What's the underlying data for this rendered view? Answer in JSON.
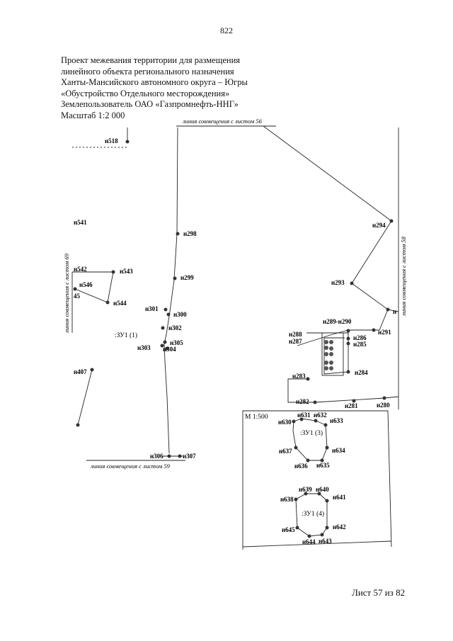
{
  "page_number": "822",
  "title_lines": [
    "Проект межевания территории для размещения",
    "линейного объекта регионального назначения",
    "Ханты-Мансийского автономного округа – Югры",
    "«Обустройство Отдельного месторождения»",
    "Землепользователь ОАО «Газпромнефть-ННГ»",
    "Масштаб 1:2 000"
  ],
  "sheet_label": "Лист 57 из 82",
  "match_lines": {
    "top": "линия совмещения с листом 56",
    "bottom": "линия совмещения с листом 59",
    "left": "линия совмещения с листом 69",
    "right": "линия совмещения с листом 58"
  },
  "inset_scale": "М 1:500",
  "parcels": {
    "zu1_1": ":ЗУ1 (1)",
    "zu1_3": ":ЗУ1 (3)",
    "zu1_4": ":ЗУ1 (4)"
  },
  "points": {
    "n518": "н518",
    "n541": "н541",
    "n542": "н542",
    "n543": "н543",
    "n546": "н546",
    "n545": "45",
    "n544": "н544",
    "n407": "н407",
    "n298": "н298",
    "n299": "н299",
    "n301": "н301",
    "n300": "н300",
    "n302": "н302",
    "n305": "н305",
    "n303": "н303",
    "n304": "н304",
    "n306": "н306",
    "n307": "н307",
    "n294": "н294",
    "n293": "н293",
    "nedge": "н",
    "n289_290": "н289-н290",
    "n291": "н291",
    "n288": "н288",
    "n287": "н287",
    "n286": "н286",
    "n285": "н285",
    "n283": "н283",
    "n284": "н284",
    "n282": "н282",
    "n281": "н281",
    "n280": "н280",
    "n631": "н631",
    "n632": "н632",
    "n630": "н630",
    "n633": "н633",
    "n637": "н637",
    "n634": "н634",
    "n636": "н636",
    "n635": "н635",
    "n639": "н639",
    "n640": "н640",
    "n638": "н638",
    "n641": "н641",
    "n645": "н645",
    "n642": "н642",
    "n644": "н644",
    "n643": "н643"
  }
}
